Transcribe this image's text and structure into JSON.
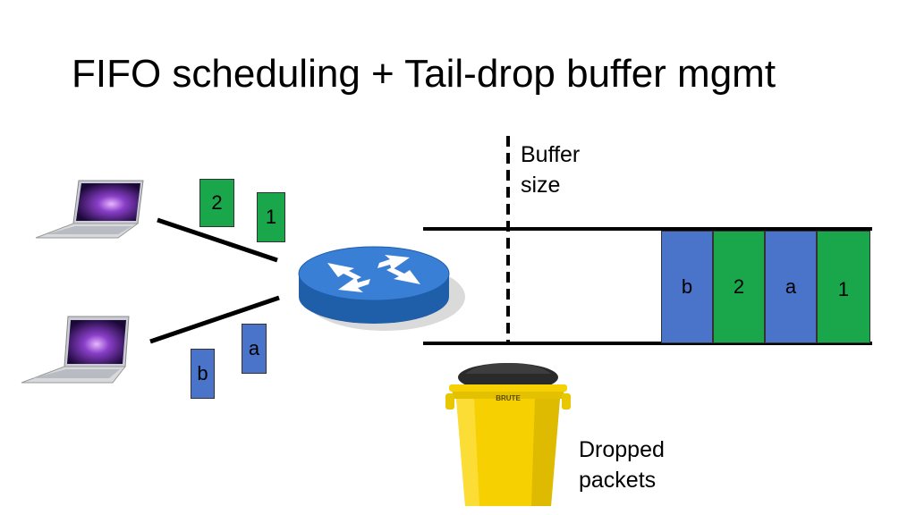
{
  "slide": {
    "title": "FIFO scheduling + Tail-drop buffer mgmt"
  },
  "labels": {
    "buffer_size_line1": "Buffer",
    "buffer_size_line2": "size",
    "dropped_line1": "Dropped",
    "dropped_line2": "packets",
    "trash_brand": "BRUTE"
  },
  "in_flight_packets": [
    {
      "label": "2",
      "color": "#1aa64a"
    },
    {
      "label": "1",
      "color": "#1aa64a"
    },
    {
      "label": "a",
      "color": "#4a74c9"
    },
    {
      "label": "b",
      "color": "#4a74c9"
    }
  ],
  "queue_packets": [
    {
      "label": "b",
      "color": "#4a74c9"
    },
    {
      "label": "2",
      "color": "#1aa64a"
    },
    {
      "label": "a",
      "color": "#4a74c9"
    },
    {
      "label": "1",
      "color": "#1aa64a"
    }
  ],
  "colors": {
    "green_packet": "#1aa64a",
    "blue_packet": "#4a74c9",
    "router_blue": "#2f6fc4",
    "trash_yellow": "#f6d000"
  }
}
